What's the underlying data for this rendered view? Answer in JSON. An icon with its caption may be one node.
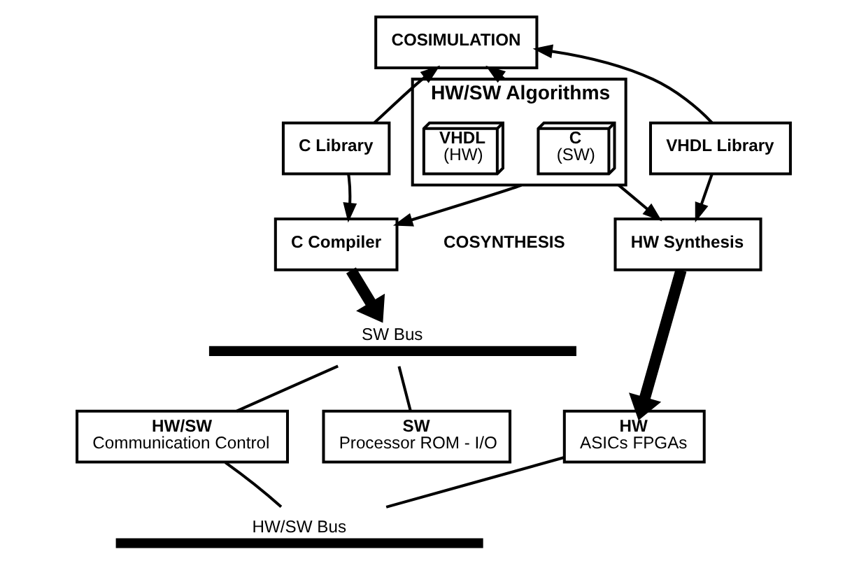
{
  "diagram": {
    "nodes": [
      {
        "text": [
          "COSIMULATION"
        ]
      },
      {
        "text": [
          "HW/SW Algorithms"
        ]
      },
      {
        "text": [
          "C",
          "(SW)"
        ],
        "in": 1
      },
      {
        "text": [
          "VHDL",
          "(HW)"
        ],
        "in": 1
      },
      {
        "text": [
          "C Library"
        ]
      },
      {
        "text": [
          "VHDL Library"
        ]
      },
      {
        "text": [
          "C Compiler"
        ]
      },
      {
        "text": [
          "HW Synthesis"
        ]
      },
      {
        "text": [],
        "shape": "bar",
        "beside": [
          "SW Bus"
        ]
      },
      {
        "text": [
          "SW",
          "Processor ROM - I/O"
        ]
      },
      {
        "text": [
          "HW/SW",
          "Communication Control"
        ]
      },
      {
        "text": [
          "HW",
          "ASICs FPGAs"
        ]
      },
      {
        "text": [],
        "shape": "bar",
        "beside": [
          "HW/SW Bus"
        ]
      }
    ],
    "edges": [
      {
        "from": 4,
        "to": 0,
        "arrow": "to"
      },
      {
        "from": 1,
        "to": 0,
        "arrow": "to"
      },
      {
        "from": 5,
        "to": 0,
        "arrow": "to"
      },
      {
        "from": 4,
        "to": 6,
        "arrow": "to"
      },
      {
        "from": 1,
        "to": 6,
        "arrow": "to"
      },
      {
        "from": 1,
        "to": 7,
        "arrow": "to"
      },
      {
        "from": 5,
        "to": 7,
        "arrow": "to"
      },
      {
        "from": 6,
        "to": 8,
        "arrow": "to",
        "style": "thick"
      },
      {
        "from": 7,
        "to": 11,
        "arrow": "to",
        "style": "thick"
      },
      {
        "from": 8,
        "to": 9,
        "arrow": "none"
      },
      {
        "from": 8,
        "to": 10,
        "arrow": "none"
      },
      {
        "from": 12,
        "to": 10,
        "arrow": "none"
      },
      {
        "from": 12,
        "to": 11,
        "arrow": "none"
      }
    ],
    "labels": [
      "COSYNTHESIS"
    ]
  }
}
